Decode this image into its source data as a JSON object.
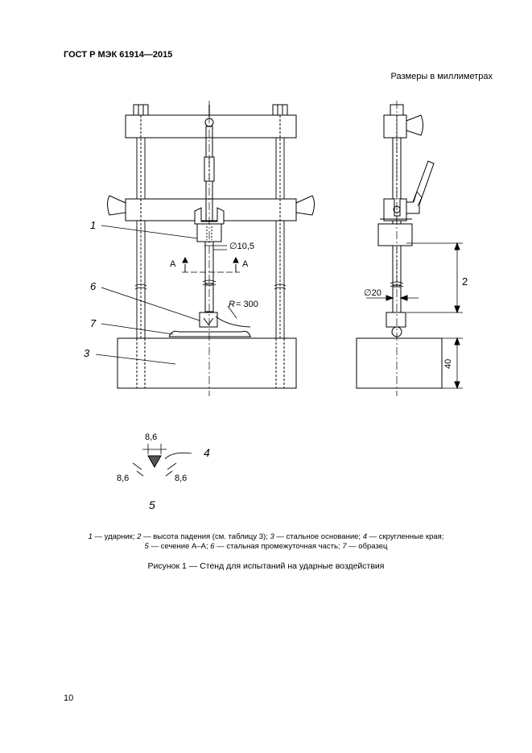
{
  "header": {
    "standard": "ГОСТ Р МЭК 61914—2015",
    "units_note": "Размеры в миллиметрах"
  },
  "figure": {
    "callouts": {
      "c1": "1",
      "c2": "2",
      "c3": "3",
      "c4": "4",
      "c5": "5",
      "c6": "6",
      "c7": "7"
    },
    "dimensions": {
      "d_ball": "∅10,5",
      "section_a": "A",
      "radius_r": "R",
      "radius_val": "= 300",
      "d_rod": "∅20",
      "height_40": "40",
      "edge_top": "8,6",
      "edge_left": "8,6",
      "edge_right": "8,6"
    }
  },
  "legend": {
    "line1": [
      {
        "num": "1",
        "text": " — ударник; "
      },
      {
        "num": "2",
        "text": " — высота падения (см. таблицу 3); "
      },
      {
        "num": "3",
        "text": " — стальное основание; "
      },
      {
        "num": "4",
        "text": " — скругленные края;"
      }
    ],
    "line2": [
      {
        "num": "5",
        "text": " — сечение А–А; "
      },
      {
        "num": "6",
        "text": " — стальная промежуточная часть; "
      },
      {
        "num": "7",
        "text": " — образец"
      }
    ]
  },
  "caption": "Рисунок 1 — Стенд для испытаний  на ударные воздействия",
  "page_number": "10"
}
